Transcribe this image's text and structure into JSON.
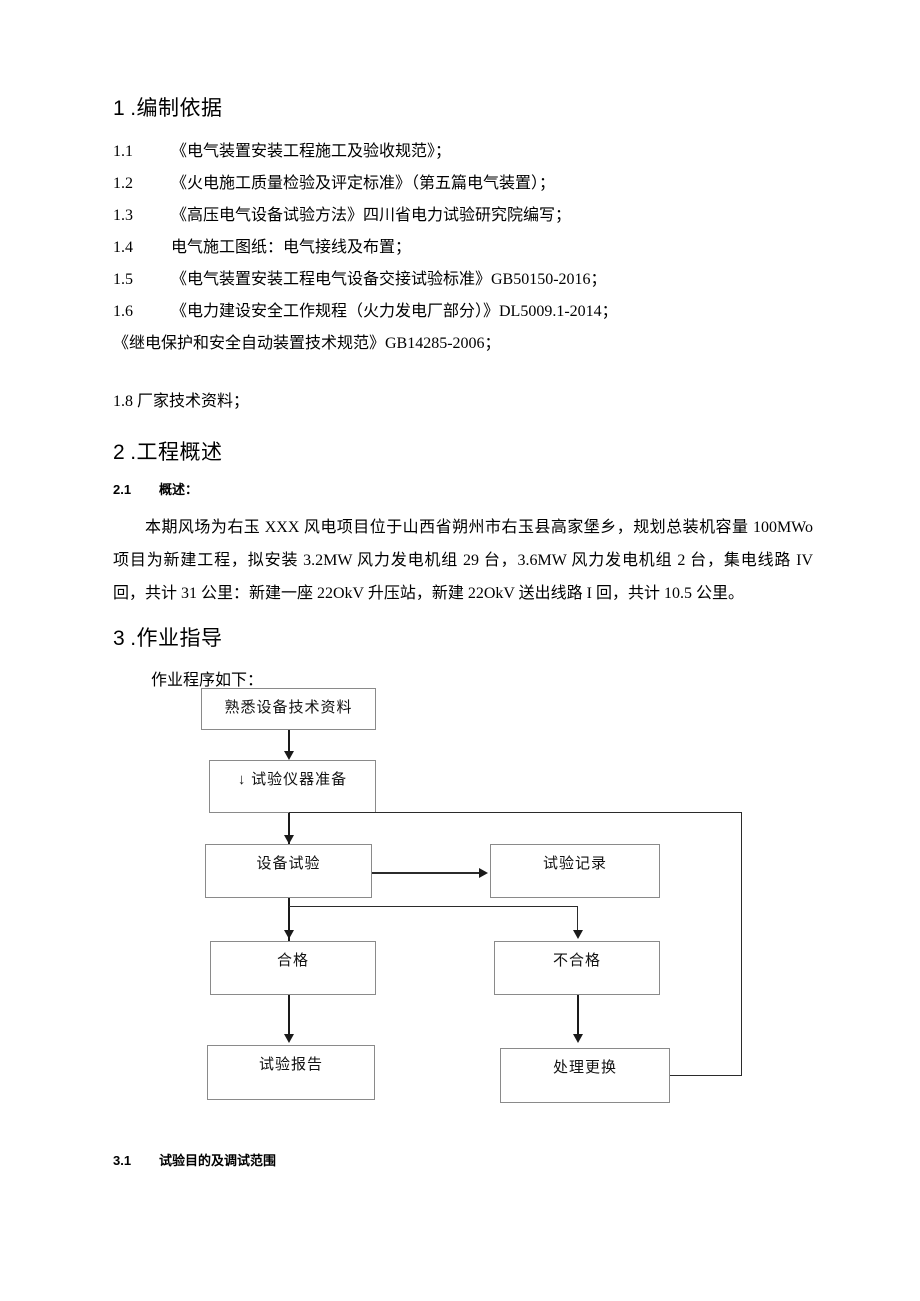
{
  "document": {
    "sections": [
      {
        "number": "1",
        "title": ".编制依据",
        "items": [
          {
            "index": "1.1",
            "text": "《电气装置安装工程施工及验收规范》；"
          },
          {
            "index": "1.2",
            "text": "《火电施工质量检验及评定标准》（第五篇电气装置）；"
          },
          {
            "index": "1.3",
            "text": "《高压电气设备试验方法》四川省电力试验研究院编写；"
          },
          {
            "index": "1.4",
            "text": "电气施工图纸：电气接线及布置；"
          },
          {
            "index": "1.5",
            "text": "《电气装置安装工程电气设备交接试验标准》GB50150-2016；"
          },
          {
            "index": "1.6",
            "text": "《电力建设安全工作规程（火力发电厂部分）》DL5009.1-2014；"
          }
        ],
        "continuation": "《继电保护和安全自动装置技术规范》GB14285-2006；",
        "last_item": "1.8 厂家技术资料；"
      },
      {
        "number": "2",
        "title": ".工程概述",
        "subsection_number": "2.1",
        "subsection_title": "概述：",
        "paragraph": "本期风场为右玉 XXX 风电项目位于山西省朔州市右玉县高家堡乡，规划总装机容量 100MWo 项目为新建工程，拟安装 3.2MW 风力发电机组 29 台，3.6MW 风力发电机组 2 台，集电线路 IV 回，共计 31 公里：新建一座 22OkV 升压站，新建 22OkV 送出线路 I 回，共计 10.5 公里。"
      },
      {
        "number": "3",
        "title": ".作业指导",
        "intro": "作业程序如下：",
        "subsection_number": "3.1",
        "subsection_title": "试验目的及调试范围"
      }
    ]
  },
  "flowchart": {
    "nodes": [
      {
        "id": "familiarize",
        "label": "熟悉设备技术资料"
      },
      {
        "id": "instrument-prep",
        "label": "↓ 试验仪器准备"
      },
      {
        "id": "equipment-test",
        "label": "设备试验"
      },
      {
        "id": "test-record",
        "label": "试验记录"
      },
      {
        "id": "qualified",
        "label": "合格"
      },
      {
        "id": "unqualified",
        "label": "不合格"
      },
      {
        "id": "test-report",
        "label": "试验报告"
      },
      {
        "id": "handle-replace",
        "label": "处理更换"
      }
    ],
    "colors": {
      "box_border": "#8a8a8a",
      "connector": "#2b2b2b",
      "text": "#111111"
    }
  }
}
